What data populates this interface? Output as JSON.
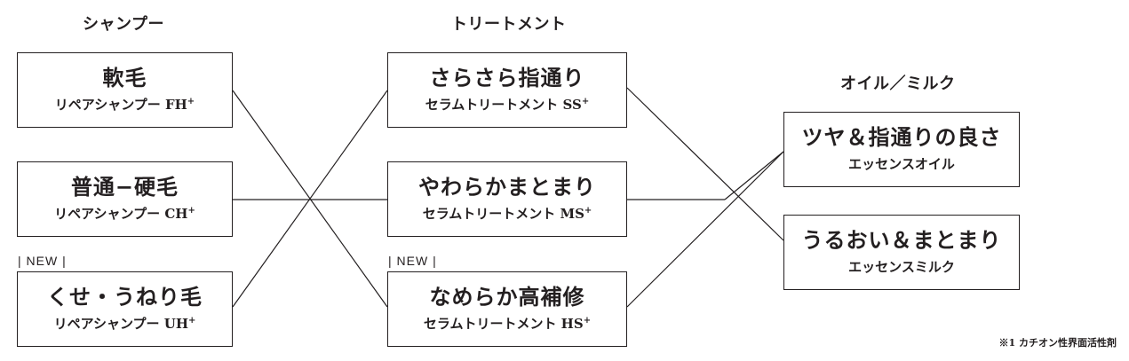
{
  "columns": {
    "shampoo": {
      "title": "シャンプー",
      "items": [
        {
          "main": "軟毛",
          "sub": "リペアシャンプー FH",
          "sup": "+",
          "new_tag": ""
        },
        {
          "main": "普通−硬毛",
          "sub": "リペアシャンプー CH",
          "sup": "+",
          "new_tag": ""
        },
        {
          "main": "くせ・うねり毛",
          "sub": "リペアシャンプー UH",
          "sup": "+",
          "new_tag": "| NEW |"
        }
      ]
    },
    "treatment": {
      "title": "トリートメント",
      "items": [
        {
          "main": "さらさら指通り",
          "sub": "セラムトリートメント SS",
          "sup": "+",
          "new_tag": ""
        },
        {
          "main": "やわらかまとまり",
          "sub": "セラムトリートメント MS",
          "sup": "+",
          "new_tag": ""
        },
        {
          "main": "なめらか高補修",
          "sub": "セラムトリートメント HS",
          "sup": "+",
          "new_tag": "| NEW |"
        }
      ]
    },
    "oil_milk": {
      "title": "オイル／ミルク",
      "items": [
        {
          "main": "ツヤ＆指通りの良さ",
          "sub": "エッセンスオイル"
        },
        {
          "main": "うるおい＆まとまり",
          "sub": "エッセンスミルク"
        }
      ]
    }
  },
  "footnote": "※1 カチオン性界面活性剤",
  "colors": {
    "ink": "#231f20",
    "background": "#ffffff"
  }
}
